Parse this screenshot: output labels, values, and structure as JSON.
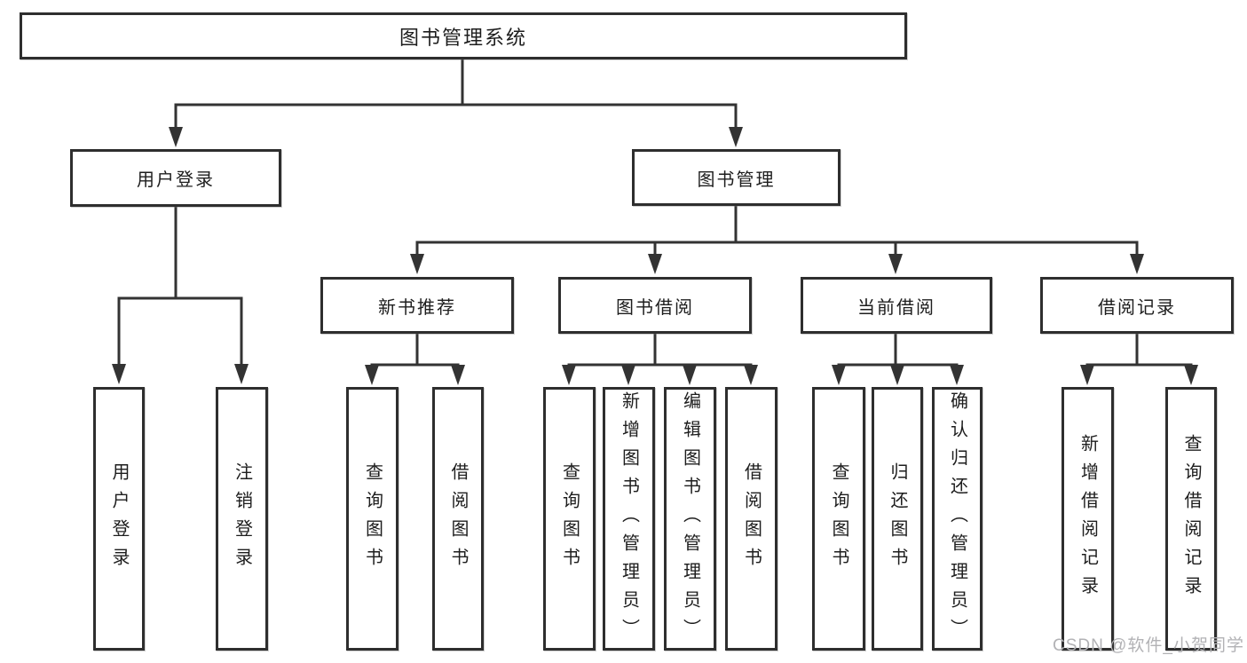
{
  "diagram": {
    "type": "tree",
    "root": {
      "label": "图书管理系统"
    },
    "level2": [
      {
        "label": "用户登录"
      },
      {
        "label": "图书管理"
      }
    ],
    "level3": [
      {
        "label": "新书推荐"
      },
      {
        "label": "图书借阅"
      },
      {
        "label": "当前借阅"
      },
      {
        "label": "借阅记录"
      }
    ],
    "leaves": [
      {
        "label": "用户登录"
      },
      {
        "label": "注销登录"
      },
      {
        "label": "查询图书"
      },
      {
        "label": "借阅图书"
      },
      {
        "label": "查询图书"
      },
      {
        "label": "新增图书（管理员）"
      },
      {
        "label": "编辑图书（管理员）"
      },
      {
        "label": "借阅图书"
      },
      {
        "label": "查询图书"
      },
      {
        "label": "归还图书"
      },
      {
        "label": "确认归还（管理员）"
      },
      {
        "label": "新增借阅记录"
      },
      {
        "label": "查询借阅记录"
      }
    ],
    "edges": [
      "图书管理系统 -> 用户登录",
      "图书管理系统 -> 图书管理",
      "用户登录 -> 用户登录(叶)",
      "用户登录 -> 注销登录",
      "图书管理 -> 新书推荐",
      "图书管理 -> 图书借阅",
      "图书管理 -> 当前借阅",
      "图书管理 -> 借阅记录",
      "新书推荐 -> 查询图书",
      "新书推荐 -> 借阅图书",
      "图书借阅 -> 查询图书",
      "图书借阅 -> 新增图书（管理员）",
      "图书借阅 -> 编辑图书（管理员）",
      "图书借阅 -> 借阅图书",
      "当前借阅 -> 查询图书",
      "当前借阅 -> 归还图书",
      "当前借阅 -> 确认归还（管理员）",
      "借阅记录 -> 新增借阅记录",
      "借阅记录 -> 查询借阅记录"
    ],
    "watermark": "CSDN @软件_小贺同学",
    "colors": {
      "line": "#333333",
      "box_border": "#2e2e2e",
      "background": "#ffffff",
      "text": "#1d1d1d",
      "watermark": "#b2b2b5"
    }
  }
}
